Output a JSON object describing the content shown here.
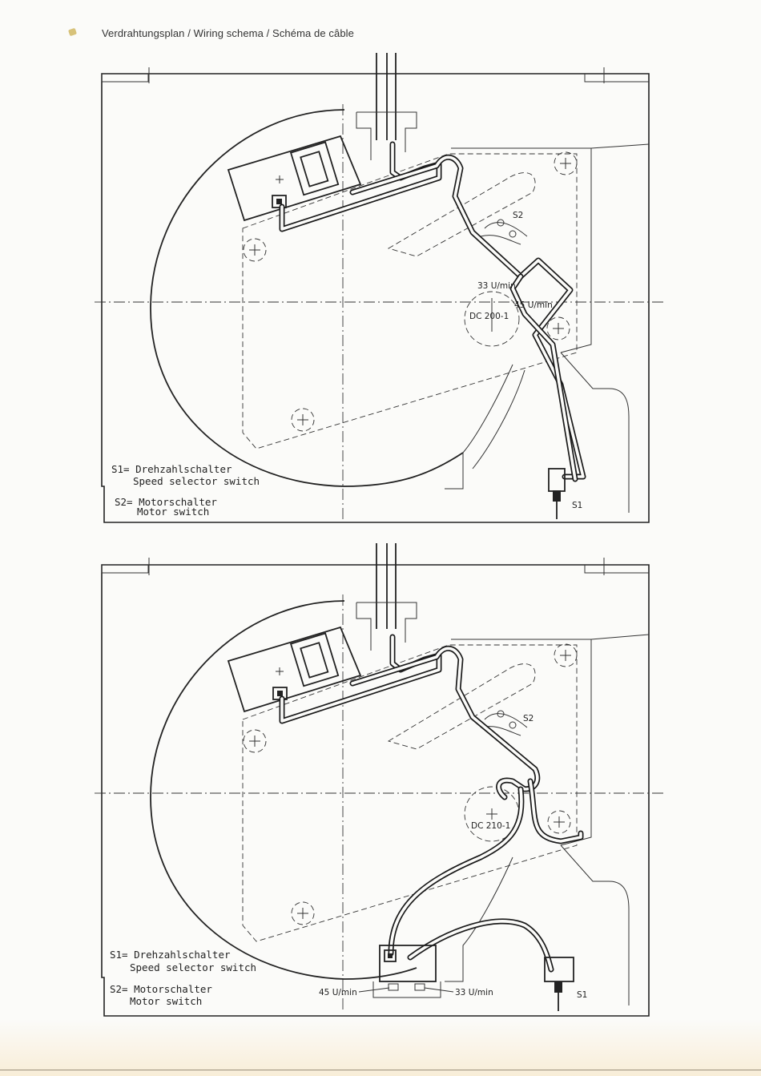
{
  "header": {
    "title": "Verdrahtungsplan / Wiring schema / Schéma de câble"
  },
  "diagrams": [
    {
      "legend": {
        "s1_de": "S1= Drehzahlschalter",
        "s1_en": "Speed selector switch",
        "s2_de": "S2= Motorschalter",
        "s2_en": "Motor switch"
      },
      "labels": {
        "s1": "S1",
        "s2": "S2",
        "motor": "DC 200-1",
        "speed_33": "33 U/min",
        "speed_45": "45 U/min"
      }
    },
    {
      "legend": {
        "s1_de": "S1= Drehzahlschalter",
        "s1_en": "Speed selector switch",
        "s2_de": "S2= Motorschalter",
        "s2_en": "Motor switch"
      },
      "labels": {
        "s1": "S1",
        "s2": "S2",
        "motor": "DC 210-1",
        "speed_45": "45 U/min",
        "speed_33": "33 U/min"
      }
    }
  ]
}
